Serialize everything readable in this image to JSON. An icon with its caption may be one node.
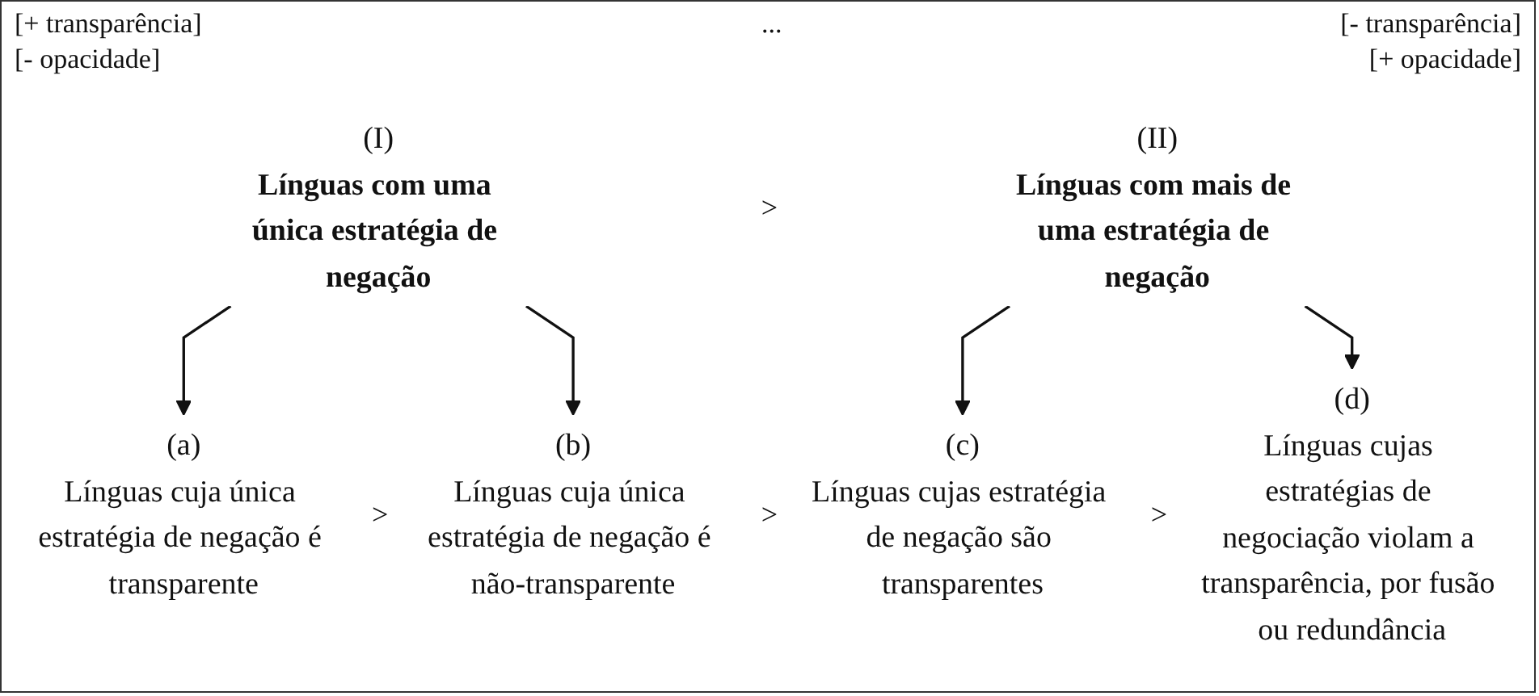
{
  "diagram": {
    "nodes": [
      {
        "text": [
          "(I)",
          "Línguas com uma única estratégia de negação"
        ]
      },
      {
        "text": [
          "(II)",
          "Línguas com mais de uma estratégia de negação"
        ]
      },
      {
        "text": [
          "(a)",
          "Línguas cuja única estratégia de negação é transparente"
        ]
      },
      {
        "text": [
          "(b)",
          "Línguas cuja única estratégia de negação é não-transparente"
        ]
      },
      {
        "text": [
          "(c)",
          "Línguas cujas estratégia de negação são transparentes"
        ]
      },
      {
        "text": [
          "(d)",
          "Línguas cujas estratégias de negociação violam a transparência, por fusão ou redundância"
        ]
      }
    ],
    "edges": [
      {
        "from": 0,
        "to": 2,
        "arrow": "to"
      },
      {
        "from": 0,
        "to": 3,
        "arrow": "to"
      },
      {
        "from": 1,
        "to": 4,
        "arrow": "to"
      },
      {
        "from": 1,
        "to": 5,
        "arrow": "to"
      }
    ],
    "labels": [
      "[+ transparência]",
      "...",
      "[- transparência]",
      "[- opacidade]",
      "[+ opacidade]",
      ">",
      ">",
      ">",
      ">"
    ]
  }
}
